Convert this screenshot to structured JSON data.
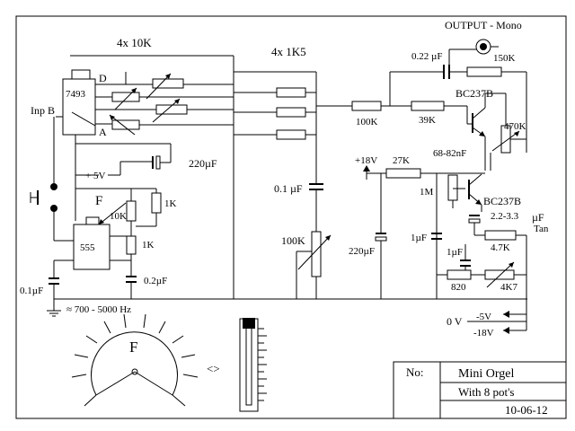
{
  "labels": {
    "output": "OUTPUT - Mono",
    "pot_bank_10k": "4x 10K",
    "res_bank_1k5": "4x 1K5",
    "cap_022": "0.22 µF",
    "r_150k": "150K",
    "ic_7493": "7493",
    "pin_d": "D",
    "pin_a": "A",
    "inp_b": "Inp B",
    "r_100k_in": "100K",
    "r_39k": "39K",
    "q1": "BC237B",
    "r_470k": "470K",
    "cap_68_82n": "68-82nF",
    "plus_5v": "+ 5V",
    "cap_220u_top": "220µF",
    "plus_18v": "+18V",
    "r_27k": "27K",
    "f_label": "F",
    "r_1k_a": "1K",
    "pot_10k": "10K",
    "cap_01_mid": "0.1 µF",
    "r_1m": "1M",
    "q2": "BC237B",
    "cap_tan_value": "2.2-3.3",
    "cap_tan_unit": "µF",
    "cap_tan_type": "Tan",
    "ic_555": "555",
    "r_1k_b": "1K",
    "pot_100k": "100K",
    "cap_220u_bot": "220µF",
    "cap_1u_a": "1µF",
    "r_4k7": "4.7K",
    "cap_1u_b": "1µF",
    "cap_01_left": "0.1µF",
    "cap_02": "0.2µF",
    "r_820": "820",
    "pot_4k7": "4K7",
    "freq_range": "≈ 700 - 5000 Hz",
    "zero_v": "0 V",
    "minus_5v": "-5V",
    "minus_18v": "-18V",
    "dial_f": "F",
    "slider_arrows": "<>"
  },
  "title_block": {
    "no_label": "No:",
    "title": "Mini Orgel",
    "subtitle": "With  8 pot's",
    "date": "10-06-12"
  }
}
